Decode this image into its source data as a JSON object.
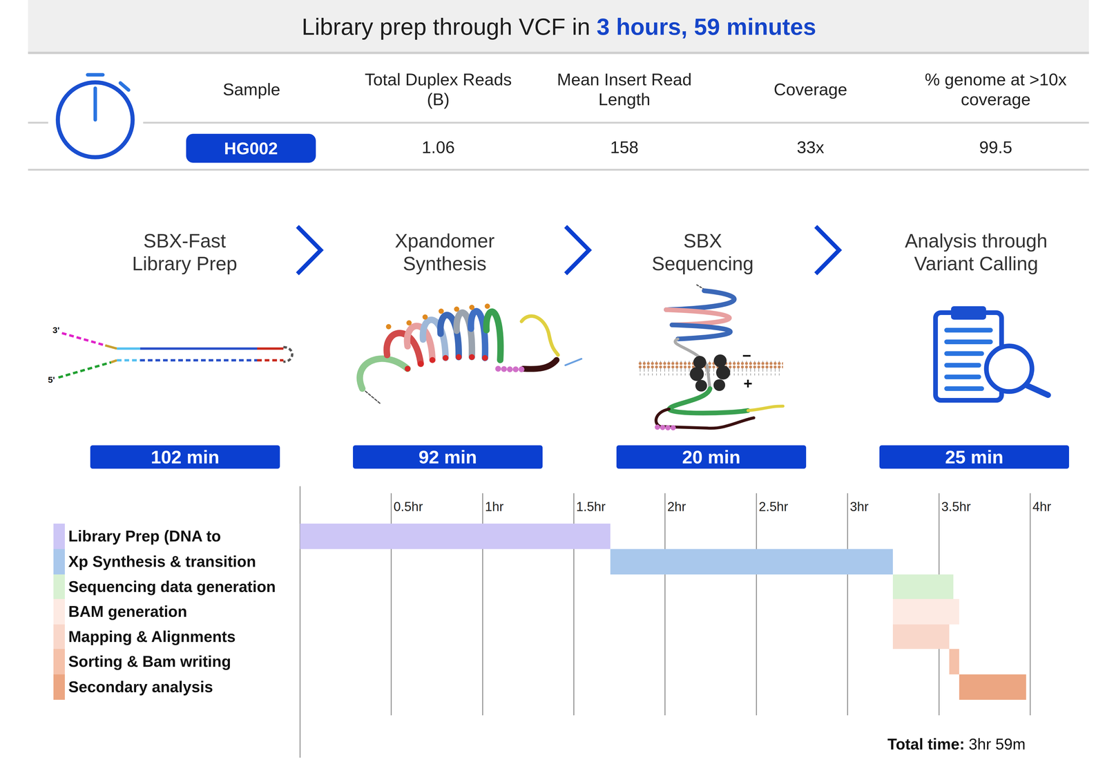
{
  "diagram": {
    "title": "Library prep through VCF in",
    "nodes": [
      {
        "text": [
          "HG002"
        ]
      },
      {
        "text": [
          "102 min"
        ]
      },
      {
        "text": [
          "92 min"
        ]
      },
      {
        "text": [
          "20 min"
        ]
      },
      {
        "text": [
          "25 min"
        ]
      }
    ],
    "labels": [
      "3 hours, 59 minutes",
      "Sample",
      "Total Duplex Reads (B)",
      "Mean Insert Read Length",
      "Coverage",
      "% genome at >10x coverage",
      "1.06",
      "158",
      "33x",
      "99.5",
      "SBX-Fast Library Prep",
      "Xpandomer Synthesis",
      "SBX Sequencing",
      "Analysis through Variant Calling",
      "3'",
      "5'",
      "−",
      "+",
      "0.5hr",
      "1hr",
      "1.5hr",
      "2hr",
      "2.5hr",
      "3hr",
      "3.5hr",
      "4hr",
      "Total time:",
      "3hr 59m"
    ],
    "legend": [
      {
        "text": "Library Prep (DNA to",
        "color": "#cdc6f6"
      },
      {
        "text": "Xp Synthesis & transition",
        "color": "#a9c8ec"
      },
      {
        "text": "Sequencing data generation",
        "color": "#d8f1d2"
      },
      {
        "text": "BAM generation",
        "color": "#fdeae3"
      },
      {
        "text": "Mapping & Alignments",
        "color": "#f9d7ca"
      },
      {
        "text": "Sorting & Bam writing",
        "color": "#f5c1a9"
      },
      {
        "text": "Secondary analysis",
        "color": "#eca682"
      }
    ]
  }
}
